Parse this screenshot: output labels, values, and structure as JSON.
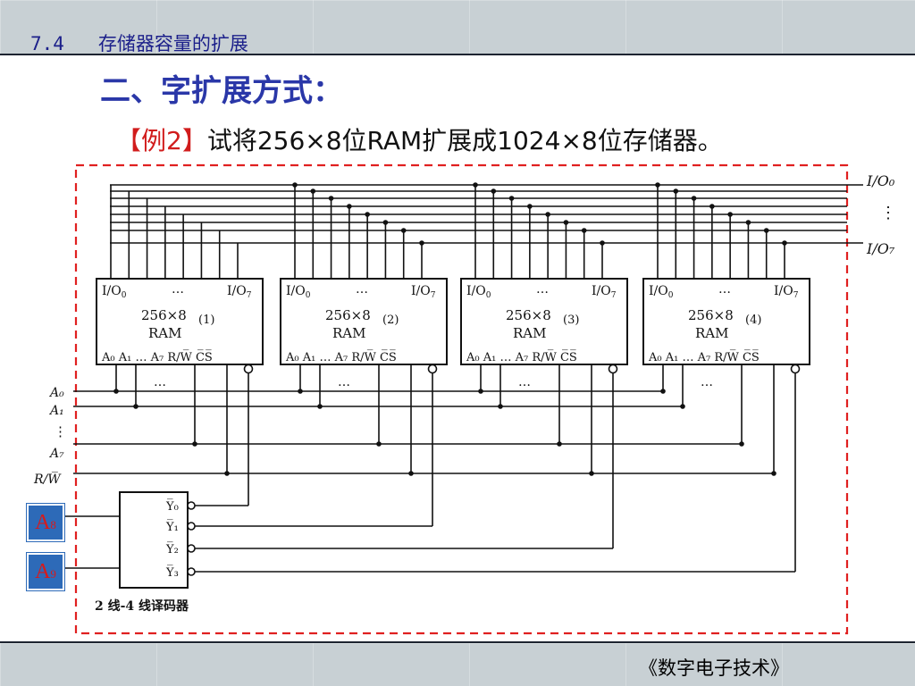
{
  "header": {
    "section_number": "7.4",
    "section_title": "存储器容量的扩展"
  },
  "heading": "二、字扩展方式：",
  "example": {
    "tag": "【例2】",
    "text": "试将256×8位RAM扩展成1024×8位存储器。"
  },
  "diagram": {
    "chips": [
      {
        "index": "1",
        "capacity": "256×8",
        "type": "RAM",
        "io_first": "I/O",
        "io_first_sub": "0",
        "io_last": "I/O",
        "io_last_sub": "7",
        "addr_pins": "A₀ A₁ … A₇ R/W̅ C̅S̅"
      },
      {
        "index": "2",
        "capacity": "256×8",
        "type": "RAM",
        "io_first": "I/O",
        "io_first_sub": "0",
        "io_last": "I/O",
        "io_last_sub": "7",
        "addr_pins": "A₀ A₁ … A₇ R/W̅ C̅S̅"
      },
      {
        "index": "3",
        "capacity": "256×8",
        "type": "RAM",
        "io_first": "I/O",
        "io_first_sub": "0",
        "io_last": "I/O",
        "io_last_sub": "7",
        "addr_pins": "A₀ A₁ … A₇ R/W̅ C̅S̅"
      },
      {
        "index": "4",
        "capacity": "256×8",
        "type": "RAM",
        "io_first": "I/O",
        "io_first_sub": "0",
        "io_last": "I/O",
        "io_last_sub": "7",
        "addr_pins": "A₀ A₁ … A₇ R/W̅ C̅S̅"
      }
    ],
    "ellipsis": "…",
    "vertical_ellipsis": "⋮",
    "bus_io_top": "I/O₀",
    "bus_io_bottom": "I/O₇",
    "input_labels": [
      "A₀",
      "A₁",
      "A₇",
      "R/W̅"
    ],
    "decoder_outputs": [
      "Y̅₀",
      "Y̅₁",
      "Y̅₂",
      "Y̅₃"
    ],
    "decoder_label": "2 线-4 线译码器",
    "a8": {
      "letter": "A",
      "sub": "8"
    },
    "a9": {
      "letter": "A",
      "sub": "9"
    },
    "border_color": "#e02020"
  },
  "footer": {
    "book_title": "《数字电子技术》"
  }
}
